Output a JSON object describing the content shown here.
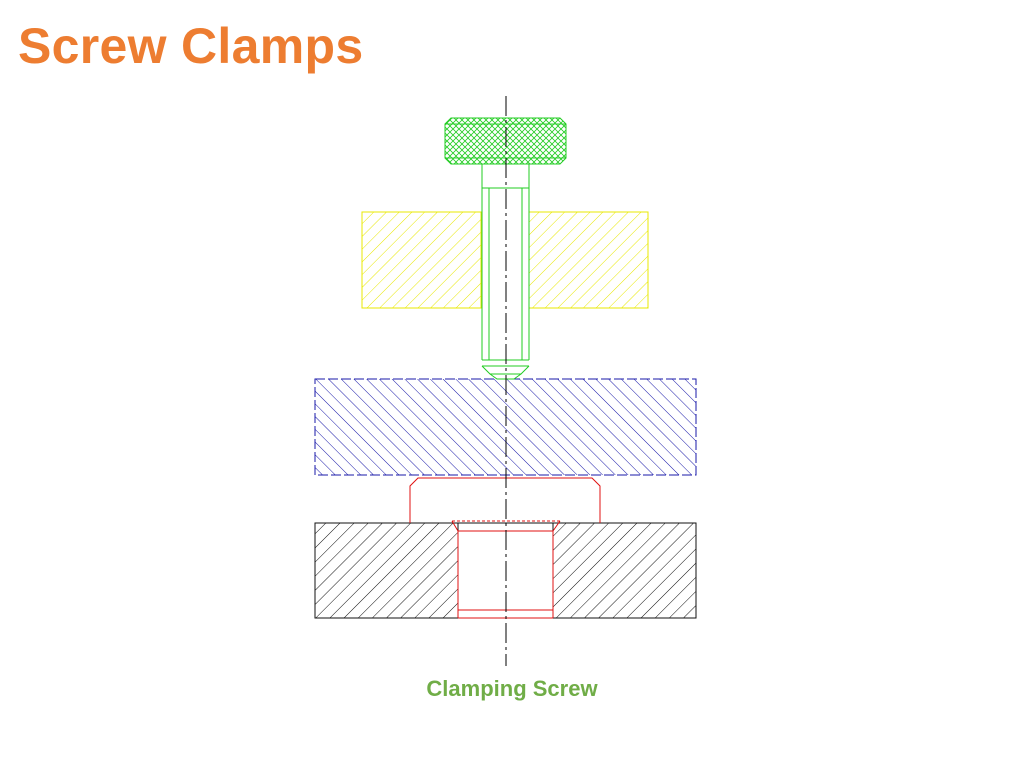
{
  "slide": {
    "title": "Screw Clamps",
    "caption": "Clamping Screw"
  },
  "colors": {
    "title": "#ED7D31",
    "caption": "#70AD47",
    "knob": "#22CC22",
    "screw": "#22CC22",
    "bracket": "#E8E800",
    "workpiece": "#1A1AAA",
    "insert": "#E01010",
    "base": "#111111",
    "centerline": "#000000"
  },
  "diagram": {
    "parts": [
      {
        "name": "knurled-knob",
        "hatch": "crosshatch"
      },
      {
        "name": "screw-shank",
        "hatch": "none"
      },
      {
        "name": "bracket",
        "hatch": "diagonal"
      },
      {
        "name": "workpiece",
        "hatch": "dashed-diagonal"
      },
      {
        "name": "locating-insert",
        "hatch": "none"
      },
      {
        "name": "base-plate",
        "hatch": "diagonal"
      },
      {
        "name": "centerline",
        "hatch": "none"
      }
    ]
  }
}
